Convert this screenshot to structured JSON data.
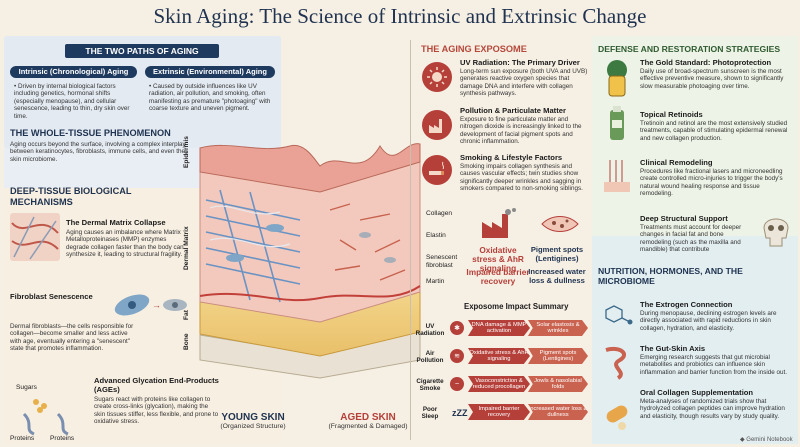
{
  "title": "Skin Aging: The Science of Intrinsic and Extrinsic Change",
  "left": {
    "two_paths_title": "THE TWO PATHS OF AGING",
    "intrinsic": {
      "label": "Intrinsic (Chronological) Aging",
      "text": "Driven by internal biological factors including genetics, hormonal shifts (especially menopause), and cellular senescence, leading to thin, dry skin over time."
    },
    "extrinsic": {
      "label": "Extrinsic (Environmental) Aging",
      "text": "Caused by outside influences like UV radiation, air pollution, and smoking, often manifesting as premature \"photoaging\" with coarse texture and uneven pigment."
    },
    "whole_tissue_title": "THE WHOLE-TISSUE PHENOMENON",
    "whole_tissue_text": "Aging occurs beyond the surface, involving a complex interplay between keratinocytes, fibroblasts, immune cells, and even the skin microbiome.",
    "deep_tissue_title": "DEEP-TISSUE BIOLOGICAL MECHANISMS",
    "matrix": {
      "title": "The Dermal Matrix Collapse",
      "text": "Aging causes an imbalance where Matrix Metalloproteinases (MMP) enzymes degrade collagen faster than the body can synthesize it, leading to structural fragility."
    },
    "fibroblast": {
      "title": "Fibroblast Senescence",
      "text": "Dermal fibroblasts—the cells responsible for collagen—become smaller and less active with age, eventually entering a \"senescent\" state that promotes inflammation."
    },
    "age": {
      "title": "Advanced Glycation End-Products (AGEs)",
      "text": "Sugars react with proteins like collagen to create cross-links (glycation), making the skin tissues stiffer, less flexible, and prone to oxidative stress."
    },
    "age_labels": [
      "Sugars",
      "Proteins",
      "Proteins"
    ]
  },
  "center": {
    "layer_labels": [
      "Epidermis",
      "Dermal Matrix",
      "Fat",
      "Bone"
    ],
    "right_labels": [
      "Collagen",
      "Elastin",
      "Senescent fibroblast",
      "Martin"
    ],
    "young": {
      "title": "YOUNG SKIN",
      "sub": "(Organized Structure)"
    },
    "aged": {
      "title": "AGED SKIN",
      "sub": "(Fragmented & Damaged)"
    }
  },
  "exposome": {
    "title": "THE AGING EXPOSOME",
    "items": [
      {
        "title": "UV Radiation: The Primary Driver",
        "text": "Long-term sun exposure (both UVA and UVB) generates reactive oxygen species that damage DNA and interfere with collagen synthesis pathways.",
        "icon": "sun-icon"
      },
      {
        "title": "Pollution & Particulate Matter",
        "text": "Exposure to fine particulate matter and nitrogen dioxide is increasingly linked to the development of facial pigment spots and chronic inflammation.",
        "icon": "factory-icon"
      },
      {
        "title": "Smoking & Lifestyle Factors",
        "text": "Smoking impairs collagen synthesis and causes vascular effects; twin studies show significantly deeper wrinkles and sagging in smokers compared to non-smoking siblings.",
        "icon": "cigarette-icon"
      }
    ],
    "effects": [
      "Oxidative stress & AhR signaling",
      "Pigment spots (Lentigines)",
      "Impaired barrier recovery",
      "Increased water loss & dullness"
    ],
    "summary_title": "Exposome Impact Summary",
    "rows": [
      {
        "label": "UV Radiation",
        "a": "DNA damage & MMP activation",
        "b": "Solar elastosis & wrinkles"
      },
      {
        "label": "Air Pollution",
        "a": "Oxidative stress & AhR signaling",
        "b": "Pigment spots (Lentigines)"
      },
      {
        "label": "Cigarette Smoke",
        "a": "Vasoconstriction & reduced procollagen",
        "b": "Jowls & nasolabial folds"
      },
      {
        "label": "Poor Sleep",
        "a": "Impaired barrier recovery",
        "b": "Increased water loss & dullness"
      }
    ]
  },
  "defense": {
    "title": "DEFENSE AND RESTORATION STRATEGIES",
    "items": [
      {
        "title": "The Gold Standard: Photoprotection",
        "text": "Daily use of broad-spectrum sunscreen is the most effective preventive measure, shown to significantly slow measurable photoaging over time.",
        "icon": "sunscreen-icon"
      },
      {
        "title": "Topical Retinoids",
        "text": "Tretinoin and retinol are the most extensively studied treatments, capable of stimulating epidermal renewal and new collagen production.",
        "icon": "tube-icon"
      },
      {
        "title": "Clinical Remodeling",
        "text": "Procedures like fractional lasers and microneedling create controlled micro-injuries to trigger the body's natural wound healing response and tissue remodeling.",
        "icon": "laser-icon"
      },
      {
        "title": "Deep Structural Support",
        "text": "Treatments must account for deeper changes in facial fat and bone remodeling (such as the maxilla and mandible) that contribute",
        "icon": "skull-icon"
      }
    ]
  },
  "nutrition": {
    "title": "NUTRITION, HORMONES, AND THE MICROBIOME",
    "items": [
      {
        "title": "The Extrogen Connection",
        "text": "During menopause, declining estrogen levels are directly associated with rapid reductions in skin collagen, hydration, and elasticity.",
        "icon": "molecule-icon"
      },
      {
        "title": "The Gut-Skin Axis",
        "text": "Emerging research suggests that gut microbial metabolites and probiotics can influence skin inflammation and barrier function from the inside out.",
        "icon": "gut-icon"
      },
      {
        "title": "Oral Collagen Supplementation",
        "text": "Meta-analyses of randomized trials show that hydrolyzed collagen peptides can improve hydration and elasticity, though results vary by study quality.",
        "icon": "capsule-icon"
      }
    ],
    "footer": "Gemini Notebook"
  },
  "colors": {
    "navy": "#1e3a5f",
    "red": "#b5403a",
    "green": "#2f5b30"
  }
}
